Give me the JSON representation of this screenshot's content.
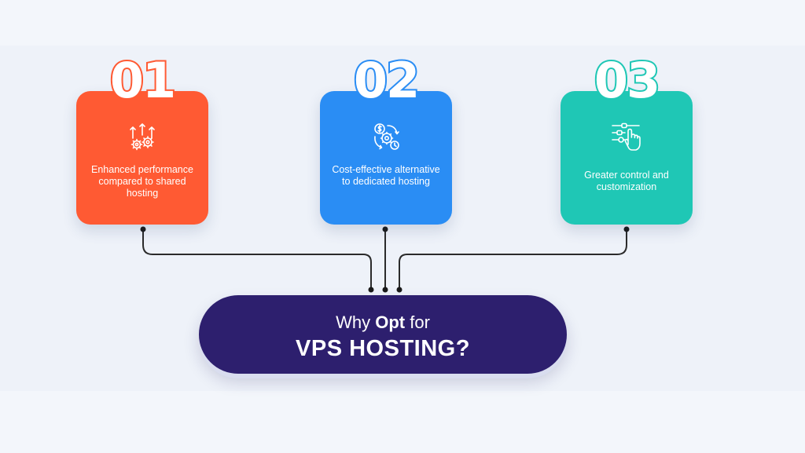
{
  "cards": [
    {
      "number": "01",
      "label": "Enhanced performance compared to shared hosting",
      "icon": "gears-arrows-icon",
      "color": "#ff5a33"
    },
    {
      "number": "02",
      "label": "Cost-effective alternative to dedicated hosting",
      "icon": "cost-cycle-icon",
      "color": "#2a8df4"
    },
    {
      "number": "03",
      "label": "Greater control and customization",
      "icon": "touch-controls-icon",
      "color": "#1fc7b5"
    }
  ],
  "center": {
    "line1_prefix": "Why",
    "line1_bold": "Opt",
    "line1_suffix": "for",
    "line2": "VPS HOSTING?",
    "color": "#2d1f6e"
  }
}
